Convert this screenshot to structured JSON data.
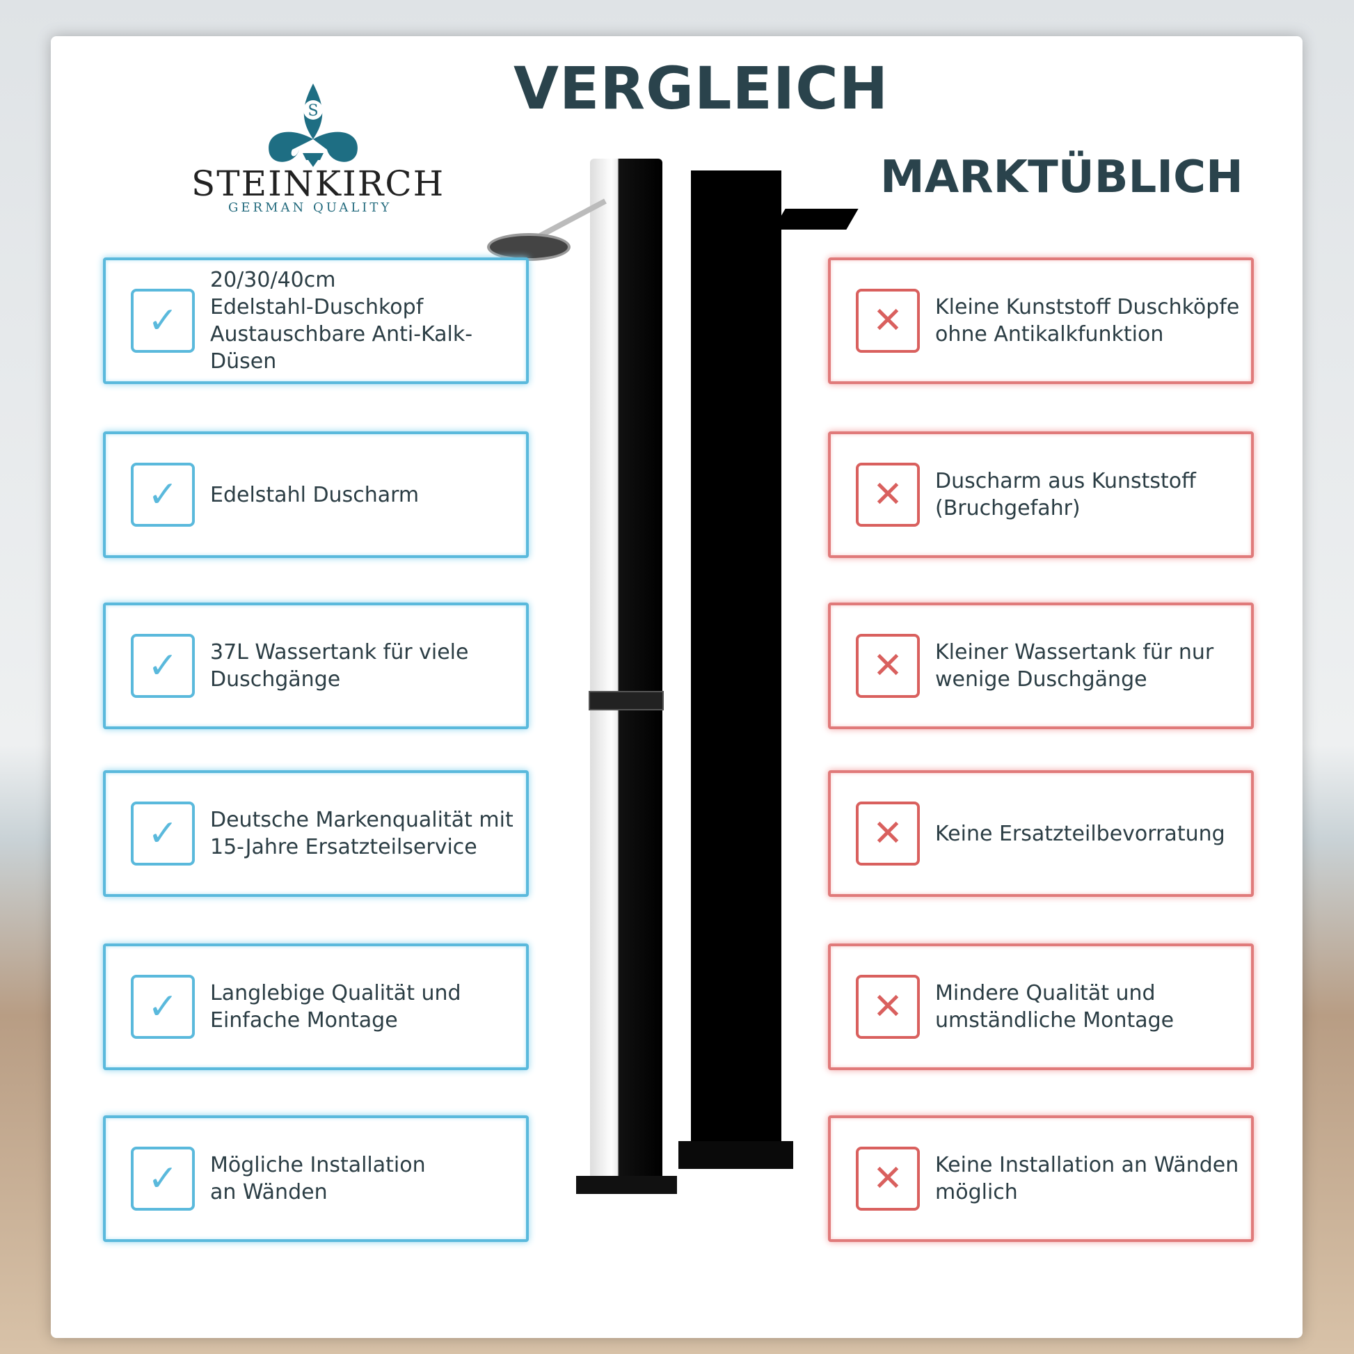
{
  "title": "VERGLEICH",
  "subtitle": "MARKTÜBLICH",
  "logo": {
    "brand": "STEINKIRCH",
    "tagline": "GERMAN QUALITY",
    "letter": "S"
  },
  "good": [
    "20/30/40cm\nEdelstahl-Duschkopf\nAustauschbare Anti-Kalk-Düsen",
    "Edelstahl Duscharm",
    "37L Wassertank für viele\nDuschgänge",
    "Deutsche Markenqualität mit\n15-Jahre Ersatzteilservice",
    "Langlebige Qualität und\nEinfache Montage",
    "Mögliche Installation\nan Wänden"
  ],
  "bad": [
    "Kleine Kunststoff Duschköpfe\nohne Antikalkfunktion",
    "Duscharm aus Kunststoff\n(Bruchgefahr)",
    "Kleiner Wassertank für nur\nwenige Duschgänge",
    "Keine Ersatzteilbevorratung",
    "Mindere Qualität und\numständliche Montage",
    "Keine Installation an Wänden\nmöglich"
  ],
  "icons": {
    "good": "✓",
    "bad": "✕"
  },
  "colors": {
    "good": "#5ab9dc",
    "bad": "#d9605e",
    "heading": "#2a434c"
  }
}
